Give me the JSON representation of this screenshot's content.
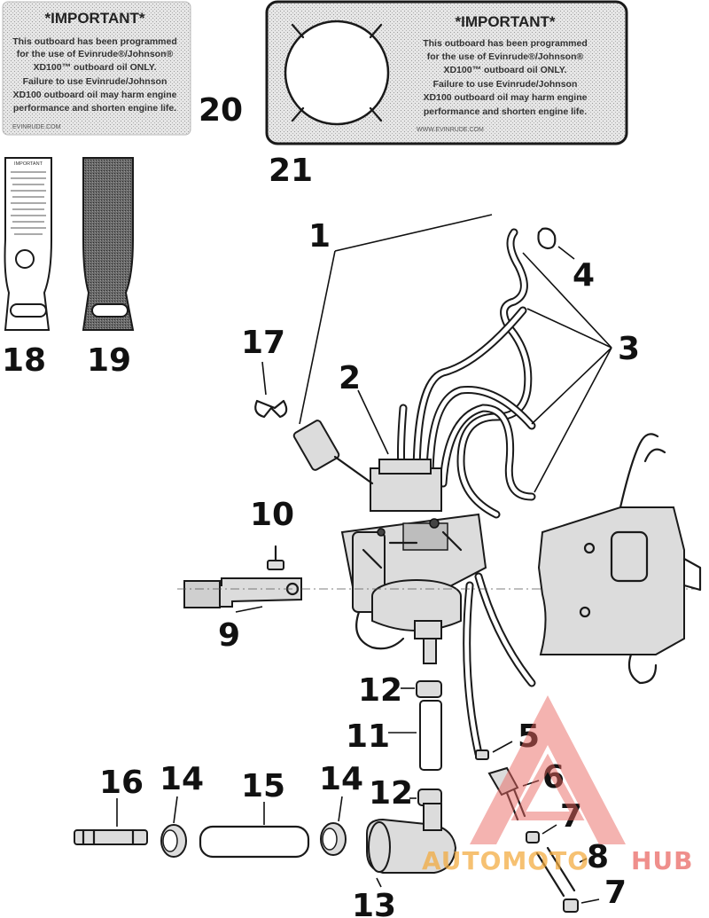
{
  "decals": {
    "small": {
      "heading": "*IMPORTANT*",
      "lines": [
        "This outboard has been programmed",
        "for the use of Evinrude®/Johnson®",
        "XD100™ outboard oil ONLY.",
        "Failure to use Evinrude/Johnson",
        "XD100 outboard oil may harm engine",
        "performance and shorten engine life."
      ],
      "url": "EVINRUDE.COM"
    },
    "large": {
      "heading": "*IMPORTANT*",
      "lines": [
        "This outboard has been programmed",
        "for the use of Evinrude®/Johnson®",
        "XD100™ outboard oil ONLY.",
        "Failure to use Evinrude/Johnson",
        "XD100 outboard oil may harm engine",
        "performance and shorten engine life."
      ],
      "url": "WWW.EVINRUDE.COM"
    },
    "tag_heading": "IMPORTANT"
  },
  "callouts": {
    "c1": "1",
    "c2": "2",
    "c3": "3",
    "c4": "4",
    "c5": "5",
    "c6": "6",
    "c7a": "7",
    "c7b": "7",
    "c8": "8",
    "c9": "9",
    "c10": "10",
    "c11": "11",
    "c12a": "12",
    "c12b": "12",
    "c13": "13",
    "c14a": "14",
    "c14b": "14",
    "c15": "15",
    "c16": "16",
    "c17": "17",
    "c18": "18",
    "c19": "19",
    "c20": "20",
    "c21": "21"
  },
  "watermark": {
    "text_a": "AUTOMOTO",
    "text_b": "HUB",
    "color_red": "#e8645f",
    "color_orange": "#f2a93b"
  }
}
